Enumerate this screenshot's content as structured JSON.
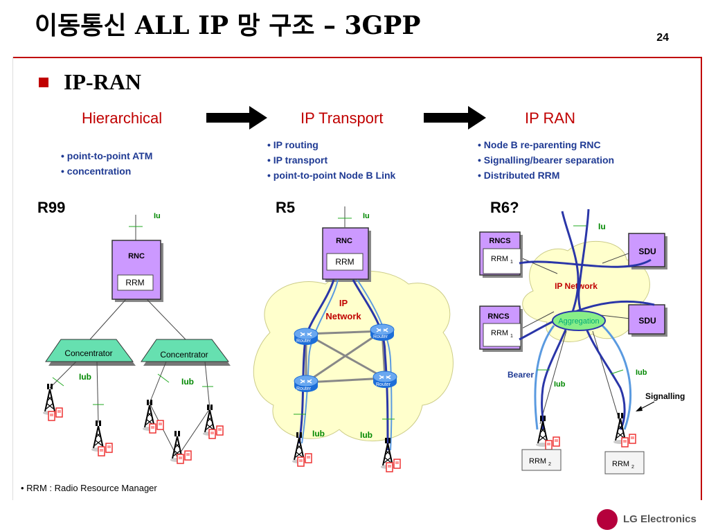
{
  "slide": {
    "title": "이동통신 ALL IP 망 구조 – 3GPP",
    "page_number": "24",
    "section": "IP-RAN"
  },
  "stages": [
    {
      "label": "Hierarchical",
      "bullets": [
        "• point-to-point ATM",
        "• concentration"
      ]
    },
    {
      "label": "IP Transport",
      "bullets": [
        "• IP routing",
        "• IP transport",
        "• point-to-point Node B Link"
      ]
    },
    {
      "label": "IP RAN",
      "bullets": [
        "• Node B re-parenting RNC",
        "• Signalling/bearer separation",
        "• Distributed RRM"
      ]
    }
  ],
  "r99": {
    "release": "R99",
    "iu": "Iu",
    "rnc": "RNC",
    "rrm": "RRM",
    "concentrators": [
      "Concentrator",
      "Concentrator"
    ],
    "iub": [
      "Iub",
      "Iub"
    ]
  },
  "r5": {
    "release": "R5",
    "iu": "Iu",
    "rnc": "RNC",
    "rrm": "RRM",
    "ip_network": [
      "IP",
      "Network"
    ],
    "routers": [
      "Router",
      "Router",
      "Router",
      "Router"
    ],
    "iub": [
      "Iub",
      "Iub"
    ]
  },
  "r6": {
    "release": "R6?",
    "iu": "Iu",
    "rncs": [
      "RNCS",
      "RNCS"
    ],
    "rrm1": [
      "RRM",
      "RRM"
    ],
    "rrm_sub1": "1",
    "sdu": [
      "SDU",
      "SDU"
    ],
    "ip_network": "IP Network",
    "aggregation": "Aggregation",
    "bearer": "Bearer",
    "iub": [
      "Iub",
      "Iub"
    ],
    "signalling": "Signalling",
    "rrm2": [
      "RRM",
      "RRM"
    ],
    "rrm_sub2": "2"
  },
  "footnote": "• RRM : Radio Resource Manager",
  "logo": "LG Electronics",
  "colors": {
    "accent": "#c00000",
    "box": "#cc99ff",
    "link": "#1f3a93",
    "cloud": "#ffffcc",
    "concentrator": "#66e0b0"
  }
}
